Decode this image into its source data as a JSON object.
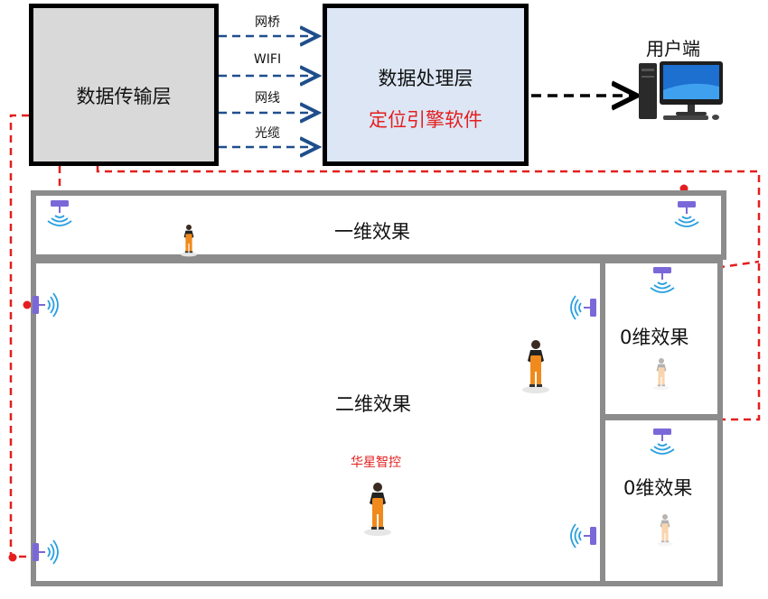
{
  "transport": {
    "title": "数据传输层"
  },
  "processing": {
    "title": "数据处理层",
    "engine": "定位引擎软件"
  },
  "links": [
    "网桥",
    "WIFI",
    "网线",
    "光缆"
  ],
  "user": {
    "label": "用户端"
  },
  "zones": {
    "one_d": "一维效果",
    "two_d": "二维效果",
    "zero_d_a": "0维效果",
    "zero_d_b": "0维效果"
  },
  "brand": "华星智控",
  "colors": {
    "red_line": "#e41e1e",
    "blue_arrow": "#1f4e8c",
    "wall": "#8c8c8c",
    "anchor": "#7b68d8",
    "worker": "#f08a1c"
  }
}
